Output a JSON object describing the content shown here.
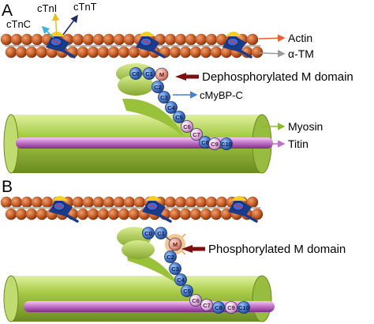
{
  "panels": [
    {
      "letter": "A",
      "labels": {
        "ctnc": "cTnC",
        "ctni": "cTnI",
        "ctnt": "cTnT",
        "actin": "Actin",
        "tm": "α-TM",
        "m_domain": "Dephosphorylated M domain",
        "cmybpc": "cMyBP-C",
        "myosin": "Myosin",
        "titin": "Titin"
      },
      "domains": [
        "C0",
        "C1",
        "M",
        "C2",
        "C3",
        "C4",
        "C5",
        "C6",
        "C7",
        "C8",
        "C9",
        "C10"
      ]
    },
    {
      "letter": "B",
      "labels": {
        "m_domain": "Phosphorylated M domain"
      },
      "domains": [
        "C0",
        "C1",
        "M",
        "C2",
        "C3",
        "C4",
        "C5",
        "C6",
        "C7",
        "C8",
        "C9",
        "C10"
      ]
    }
  ],
  "colors": {
    "actin": "#c8602a",
    "myosin": "#9ac13a",
    "titin": "#c070c8",
    "domain_blue": "#4a7fd0",
    "domain_pink": "#e8b4e0",
    "m_domain": "#e89a8a",
    "arrow_dark": "#7a1010",
    "troponin_blue": "#1a3a8a",
    "troponin_yellow": "#f0d020"
  }
}
